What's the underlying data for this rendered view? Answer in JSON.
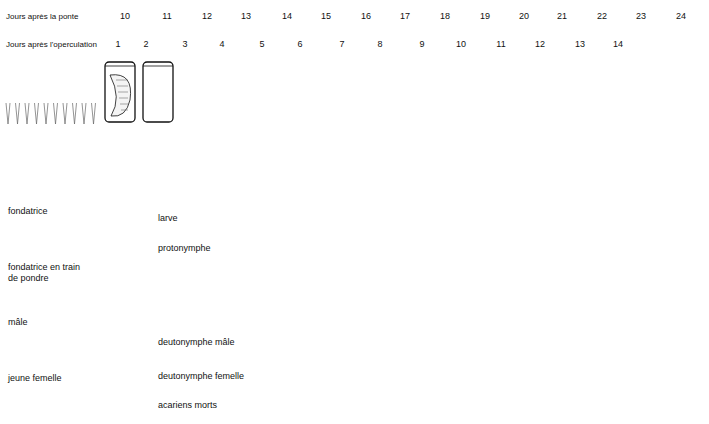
{
  "diagram": {
    "labels": [
      "Jours après la ponte",
      "10",
      "11",
      "12",
      "13",
      "14",
      "15",
      "16",
      "17",
      "18",
      "19",
      "20",
      "21",
      "22",
      "23",
      "24",
      "Jours après l'operculation",
      "1",
      "2",
      "3",
      "4",
      "5",
      "6",
      "7",
      "8",
      "9",
      "10",
      "11",
      "12",
      "13",
      "14"
    ],
    "legend": [
      {
        "text": "fondatrice"
      },
      {
        "text": "fondatrice en train de pondre"
      },
      {
        "text": "mâle"
      },
      {
        "text": "jeune femelle"
      },
      {
        "text": "larve"
      },
      {
        "text": "protonymphe"
      },
      {
        "text": "deutonymphe mâle"
      },
      {
        "text": "deutonymphe femelle"
      },
      {
        "text": "acariens morts"
      }
    ]
  }
}
